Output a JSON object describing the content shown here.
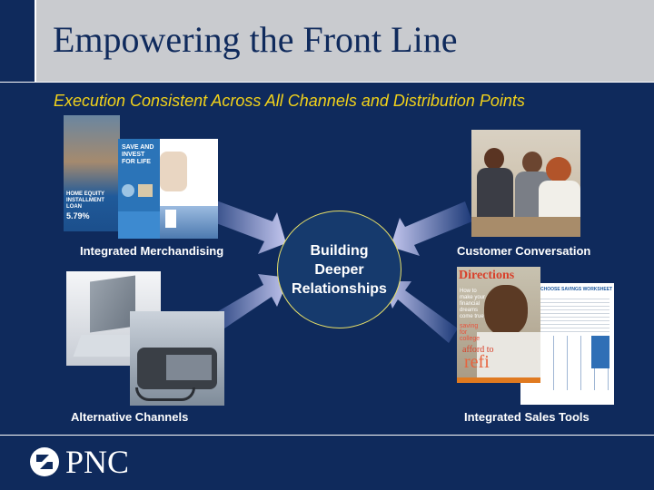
{
  "slide": {
    "title": "Empowering the Front Line",
    "subtitle": "Execution Consistent Across All Channels and Distribution Points",
    "center_lines": [
      "Building",
      "Deeper",
      "Relationships"
    ],
    "labels": {
      "merchandising": "Integrated Merchandising",
      "conversation": "Customer Conversation",
      "alternative": "Alternative Channels",
      "sales_tools": "Integrated Sales Tools"
    }
  },
  "brochures": {
    "home_equity": "HOME EQUITY INSTALLMENT LOAN",
    "home_equity_rate": "5.79%",
    "save_invest": [
      "SAVE AND",
      "INVEST",
      "FOR LIFE"
    ]
  },
  "magazine": {
    "title": "Directions",
    "lines": [
      "How to",
      "make your",
      "financial",
      "dreams",
      "come true"
    ],
    "saving": "saving for college",
    "afford": "afford to",
    "refi": "refi",
    "worksheet_title": "CHOOSE SAVINGS WORKSHEET"
  },
  "logo": {
    "text": "PNC"
  },
  "colors": {
    "background": "#0f2a5c",
    "title_bar": "#c9cbcf",
    "subtitle": "#f2d21a",
    "arrow": "#b4b8e6"
  }
}
